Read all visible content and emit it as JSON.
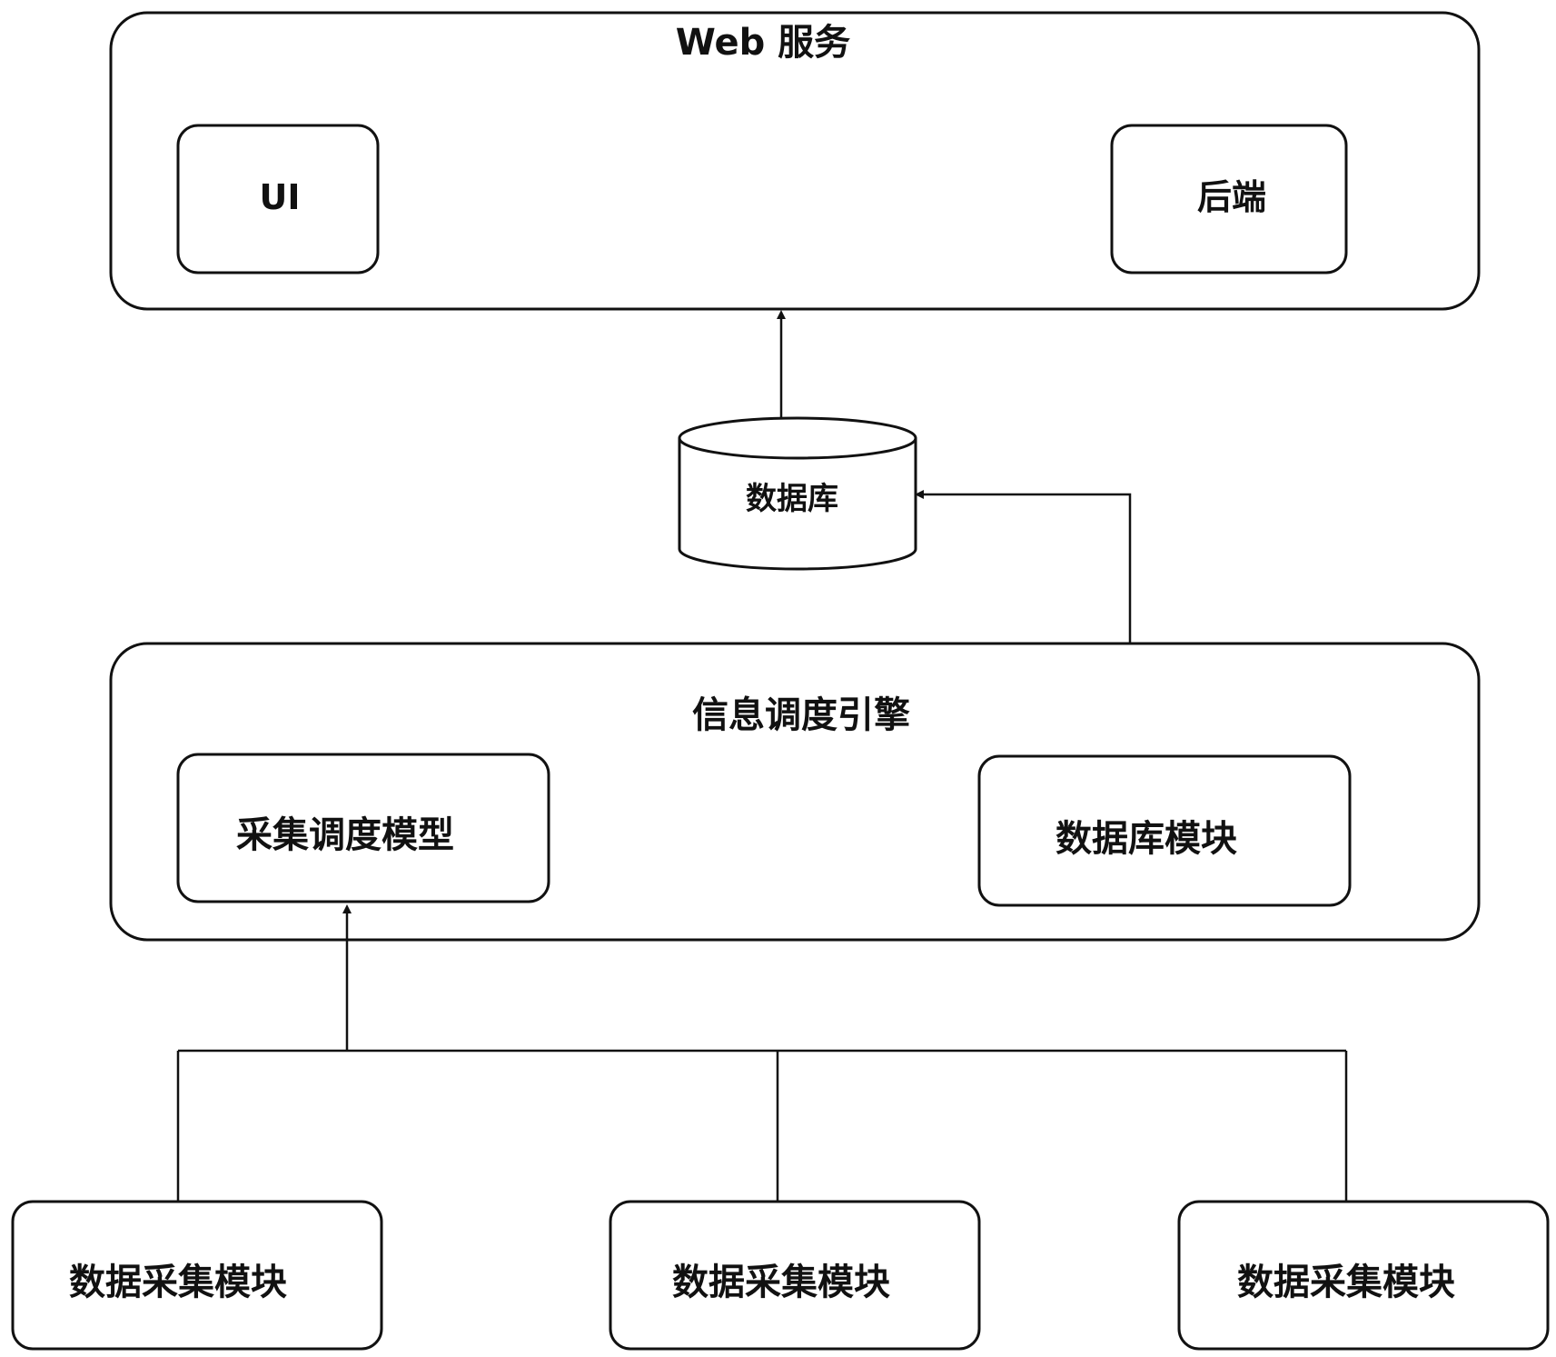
{
  "web_service": {
    "title": "Web 服务",
    "ui_label": "UI",
    "backend_label": "后端"
  },
  "database": {
    "label": "数据库"
  },
  "engine": {
    "title": "信息调度引擎",
    "scheduler_label": "采集调度模型",
    "db_module_label": "数据库模块"
  },
  "collectors": [
    {
      "label": "数据采集模块"
    },
    {
      "label": "数据采集模块"
    },
    {
      "label": "数据采集模块"
    }
  ]
}
